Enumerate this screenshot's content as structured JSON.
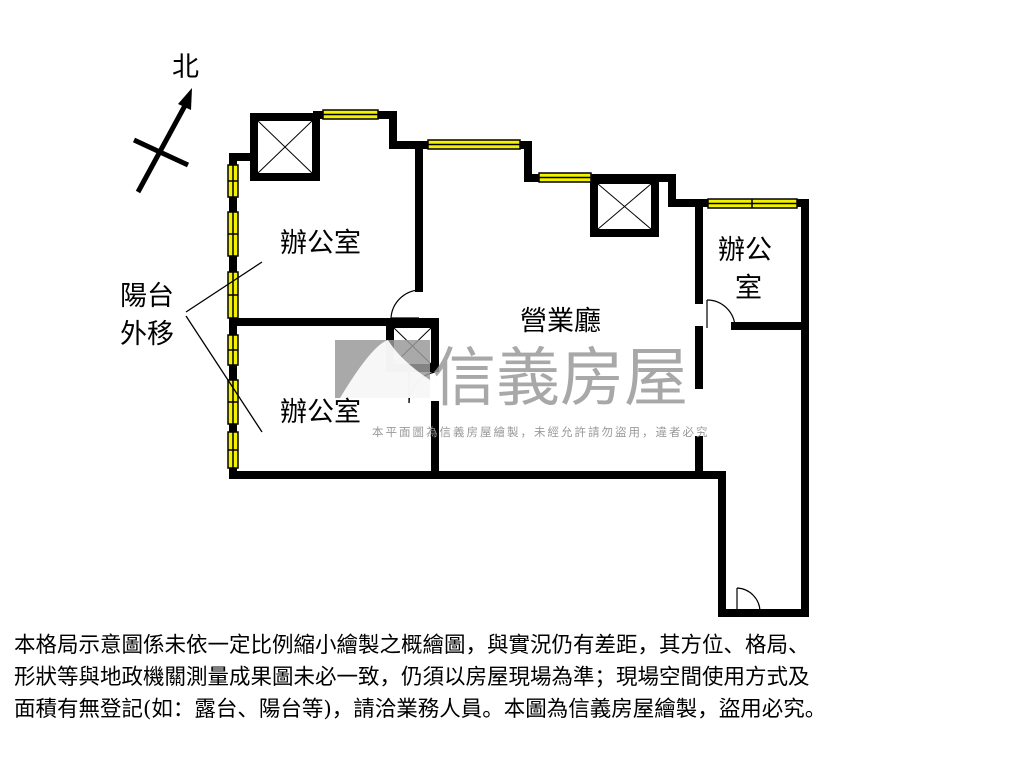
{
  "compass": {
    "north_label": "北"
  },
  "rooms": {
    "office_top_left": "辦公室",
    "office_bottom_left": "辦公室",
    "office_right_line1": "辦公",
    "office_right_line2": "室",
    "business_hall": "營業廳"
  },
  "annotation": {
    "line1": "陽台",
    "line2": "外移"
  },
  "watermark": {
    "brand": "信義房屋",
    "notice": "本平面圖為信義房屋繪製，未經允許請勿盜用，違者必究"
  },
  "disclaimer": {
    "line1": "本格局示意圖係未依一定比例縮小繪製之概繪圖，與實況仍有差距，其方位、格局、",
    "line2": "形狀等與地政機關測量成果圖未必一致，仍須以房屋現場為準；現場空間使用方式及",
    "line3": "面積有無登記(如：露台、陽台等)，請洽業務人員。本圖為信義房屋繪製，盜用必究。"
  },
  "colors": {
    "wall": "#000000",
    "window": "#f2f200",
    "watermark": "#9a9a9a"
  }
}
